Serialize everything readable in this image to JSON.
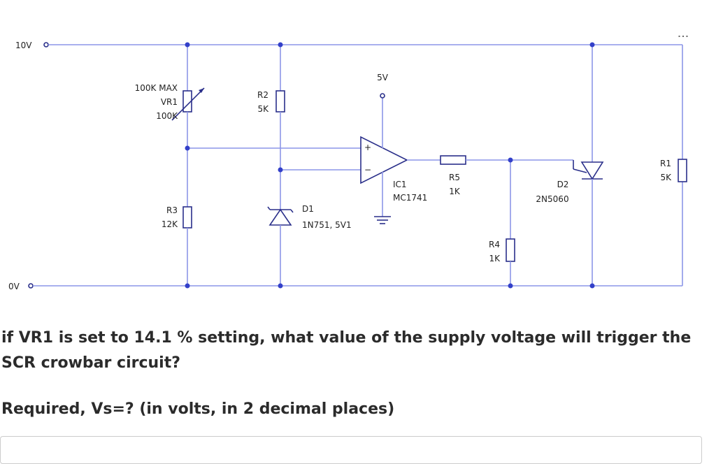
{
  "circuit": {
    "rail_top_label": "10V",
    "rail_bottom_label": "0V",
    "vr1_max": "100K MAX",
    "vr1_name": "VR1",
    "vr1_value": "100K",
    "r2_name": "R2",
    "r2_value": "5K",
    "r3_name": "R3",
    "r3_value": "12K",
    "d1_name": "D1",
    "d1_part": "1N751, 5V1",
    "ic1_supply": "5V",
    "ic1_plus": "+",
    "ic1_minus": "−",
    "ic1_name": "IC1",
    "ic1_part": "MC1741",
    "r5_name": "R5",
    "r5_value": "1K",
    "r4_name": "R4",
    "r4_value": "1K",
    "d2_name": "D2",
    "d2_part": "2N5060",
    "r1_name": "R1",
    "r1_value": "5K",
    "more_glyph": "⋮"
  },
  "question": {
    "text": "if VR1 is set to 14.1 % setting, what value of the supply voltage will trigger the SCR crowbar circuit?",
    "required": "Required, Vs=? (in volts, in 2 decimal places)"
  },
  "answer": {
    "value": ""
  }
}
